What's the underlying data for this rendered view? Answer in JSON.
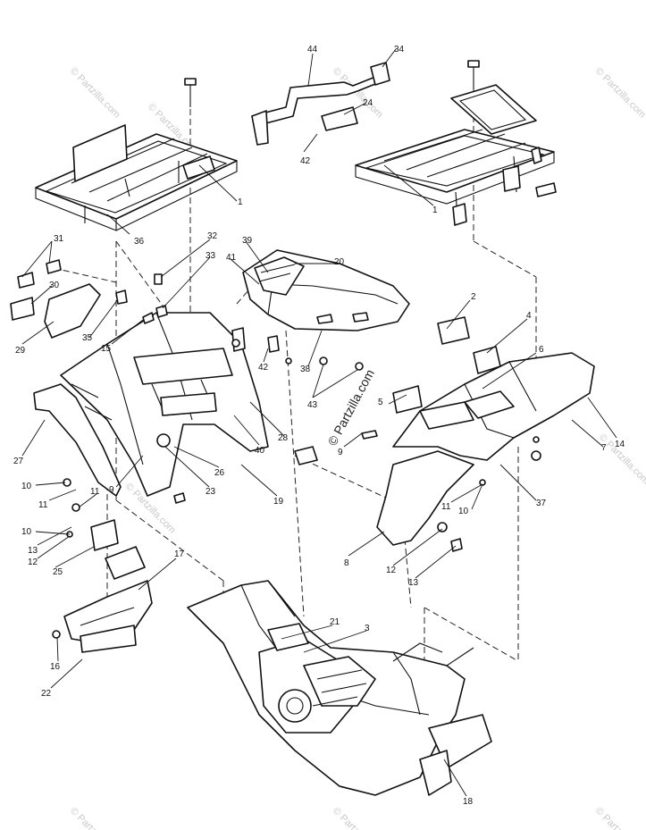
{
  "watermark": {
    "corner_text": "© Partzilla.com",
    "center_text": "© Partzilla.com"
  },
  "callouts": [
    "1",
    "1",
    "2",
    "3",
    "4",
    "5",
    "6",
    "7",
    "8",
    "9",
    "9",
    "10",
    "10",
    "10",
    "11",
    "11",
    "11",
    "12",
    "12",
    "13",
    "13",
    "14",
    "15",
    "16",
    "17",
    "18",
    "19",
    "20",
    "21",
    "22",
    "23",
    "24",
    "25",
    "26",
    "27",
    "28",
    "29",
    "30",
    "31",
    "32",
    "33",
    "34",
    "35",
    "36",
    "37",
    "38",
    "39",
    "40",
    "41",
    "42",
    "42",
    "43",
    "44"
  ]
}
